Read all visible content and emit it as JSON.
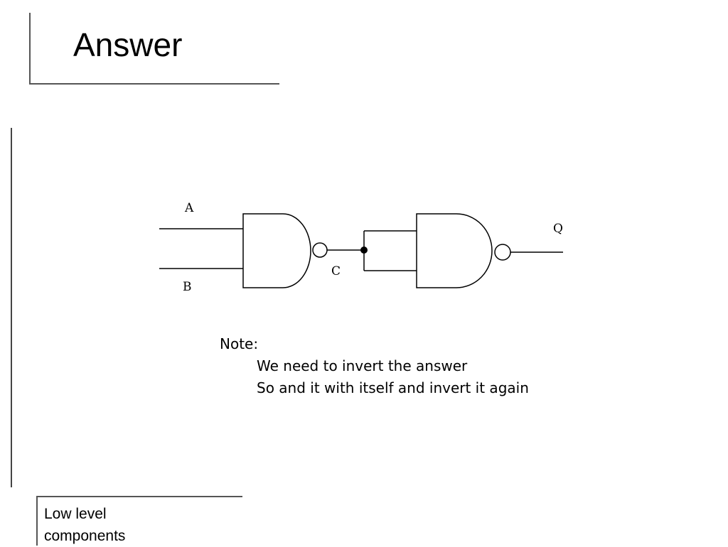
{
  "slide": {
    "title": "Answer",
    "footer": [
      "Low level",
      "components"
    ]
  },
  "circuit": {
    "labels": {
      "input_a": "A",
      "input_b": "B",
      "intermediate": "C",
      "output": "Q"
    }
  },
  "note": {
    "heading": "Note:",
    "lines": [
      "We need to invert the answer",
      "So and it with itself and invert it again"
    ]
  }
}
